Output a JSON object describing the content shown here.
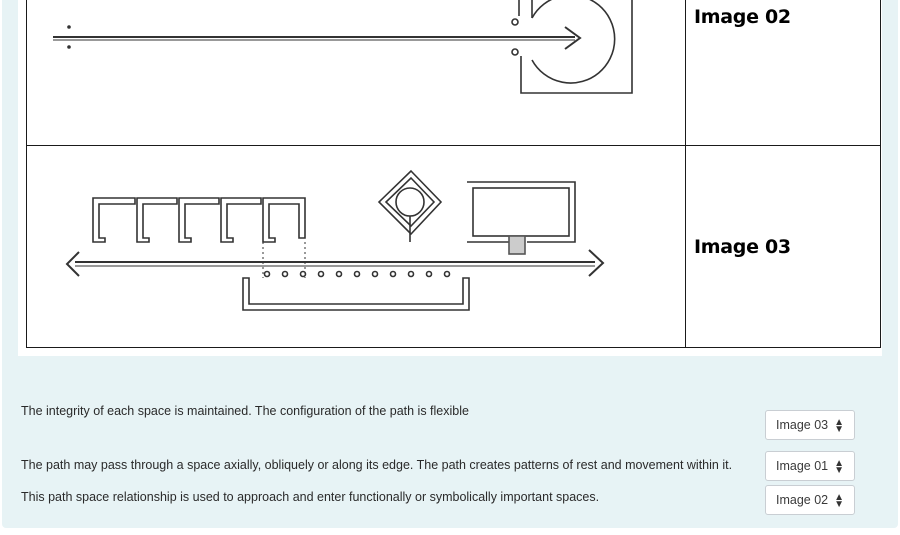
{
  "table": {
    "rows": [
      {
        "label": "Image 02"
      },
      {
        "label": "Image 03"
      }
    ]
  },
  "statements": [
    {
      "text": "The integrity of each space is maintained. The configuration of the path is flexible",
      "selected": "Image 03"
    },
    {
      "text": "The path may pass through a space axially, obliquely or along its edge. The path creates patterns of rest and movement within it.",
      "selected": "Image 01"
    },
    {
      "text": "This path space relationship is used to approach and enter functionally or symbolically important spaces.",
      "selected": "Image 02"
    }
  ],
  "icons": {
    "select_caret": "updown-caret-icon"
  },
  "colors": {
    "panel_background": "#e7f3f5",
    "border": "#1a1a1a"
  }
}
